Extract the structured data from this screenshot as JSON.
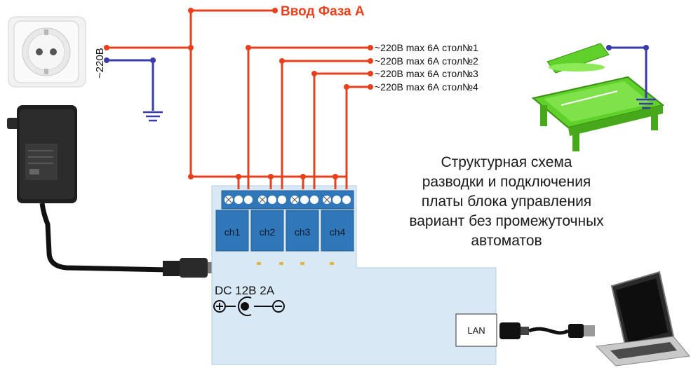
{
  "labels": {
    "phase_input": "Ввод Фаза А",
    "voltage": "~220В",
    "outputs": [
      "~220В max 6А стол№1",
      "~220В max 6А стол№2",
      "~220В max 6А стол№3",
      "~220В max 6А стол№4"
    ],
    "channels": [
      "ch1",
      "ch2",
      "ch3",
      "ch4"
    ],
    "dc_power": "DC 12В 2А",
    "lan_port": "LAN",
    "title_lines": [
      "Структурная схема",
      "разводки и подключения",
      "платы блока управления",
      "вариант без промежуточных",
      "автоматов"
    ]
  },
  "colors": {
    "phase_wire": "#e8401c",
    "neutral_wire": "#3a3aa8",
    "board_fill": "#d9e8f5",
    "relay_fill": "#2f77b8",
    "table_green": "#5fd12a",
    "title_text": "#1a1a1a",
    "phase_text": "#e8401c"
  },
  "icons": {
    "socket": "power-socket-icon",
    "adapter": "power-adapter-icon",
    "table": "billiard-table-icon",
    "laptop": "laptop-icon",
    "ground": "ground-icon",
    "dc_polarity": "dc-polarity-icon",
    "lan_cable": "lan-cable-icon"
  }
}
